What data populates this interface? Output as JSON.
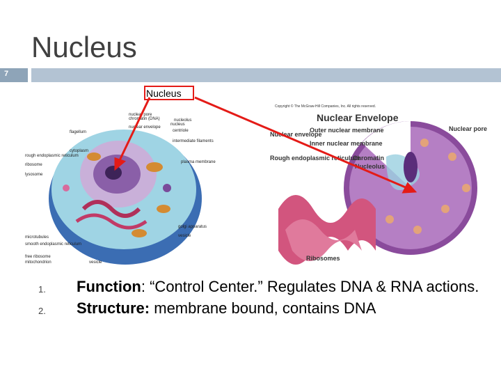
{
  "slide": {
    "title": "Nucleus",
    "number": "7"
  },
  "callout": {
    "label": "Nucleus"
  },
  "cell_diagram": {
    "labels": [
      "nuclear pore",
      "chromatin (DNA)",
      "nucleolus",
      "nuclear envelope",
      "nucleus",
      "centriole",
      "flagellum",
      "cytoplasm",
      "intermediate filaments",
      "rough endoplasmic reticulum",
      "ribosome",
      "plasma membrane",
      "lysosome",
      "golgi apparatus",
      "vesicle",
      "microtubules",
      "smooth endoplasmic reticulum",
      "free ribosome",
      "mitochondrion",
      "vesicle"
    ]
  },
  "envelope_diagram": {
    "copyright": "Copyright © The McGraw-Hill Companies, Inc. All rights reserved.",
    "title": "Nuclear Envelope",
    "labels": {
      "outer": "Outer nuclear membrane",
      "inner": "Inner nuclear membrane",
      "nuclear_envelope": "Nuclear envelope",
      "nuclear_pore": "Nuclear pore",
      "rough_er": "Rough endoplasmic reticulum",
      "chromatin": "Chromatin",
      "nucleolus": "Nucleolus",
      "ribosomes": "Ribosomes"
    }
  },
  "bullets": [
    {
      "num": "1.",
      "bold": "Function",
      "rest": ": “Control Center.” Regulates DNA & RNA actions."
    },
    {
      "num": "2.",
      "bold": "Structure:",
      "rest": " membrane bound, contains DNA"
    }
  ]
}
